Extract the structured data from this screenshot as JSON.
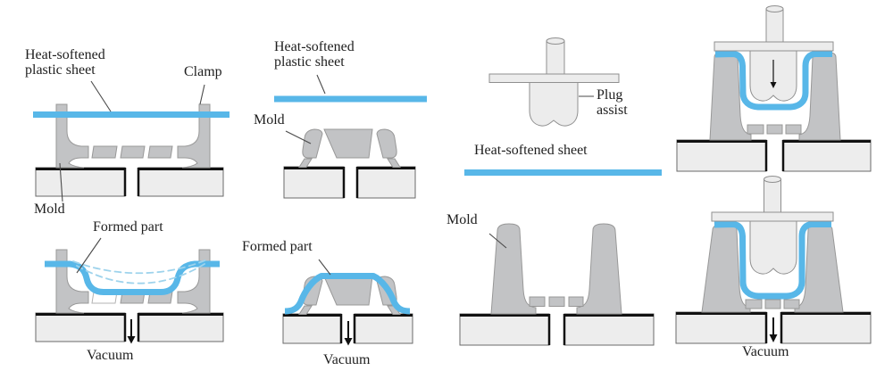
{
  "figure": {
    "description": "Thermoforming process diagrams: vacuum forming, drape forming and plug-assist forming",
    "colors": {
      "sheet_blue": "#58b7e8",
      "dash_blue": "#9ed3ec",
      "mold_gray": "#c2c3c5",
      "mold_stroke": "#989898",
      "base_gray": "#ededed",
      "part_gray": "#ececec",
      "edge_black": "#111111",
      "text_color": "#1e1e1e"
    },
    "labels": {
      "p1_sheet_line1": "Heat-softened",
      "p1_sheet_line2": "plastic sheet",
      "p1_clamp": "Clamp",
      "p1_mold": "Mold",
      "p2_formed": "Formed part",
      "p2_vacuum": "Vacuum",
      "p3_sheet_line1": "Heat-softened",
      "p3_sheet_line2": "plastic sheet",
      "p3_mold": "Mold",
      "p4_formed": "Formed part",
      "p4_vacuum": "Vacuum",
      "p5_plug_line1": "Plug",
      "p5_plug_line2": "assist",
      "p5_sheet": "Heat-softened sheet",
      "p6_mold": "Mold",
      "p8_vacuum": "Vacuum"
    }
  }
}
